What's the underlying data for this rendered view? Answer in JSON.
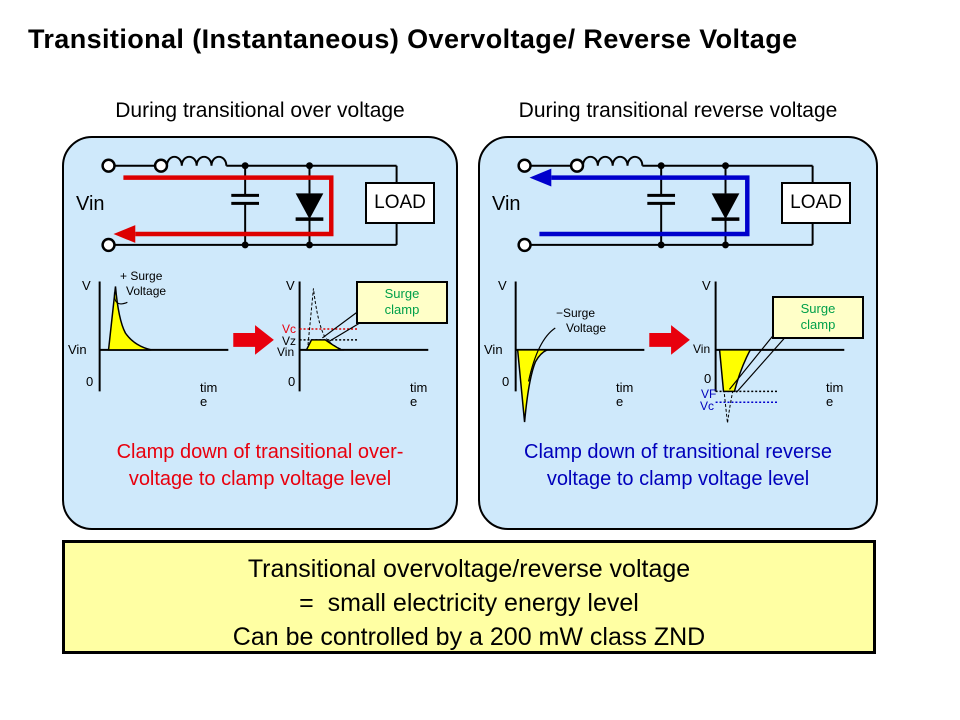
{
  "title": "Transitional (Instantaneous) Overvoltage/ Reverse Voltage",
  "panels": {
    "left": {
      "heading": "During transitional over voltage",
      "vin": "Vin",
      "load": "LOAD",
      "graph1": {
        "v_axis": "V",
        "vin": "Vin",
        "zero": "0",
        "time": "time",
        "annot_line1": "+ Surge",
        "annot_line2": "Voltage"
      },
      "graph2": {
        "v_axis": "V",
        "vc": "Vc",
        "vz": "Vz",
        "vin": "Vin",
        "zero": "0",
        "time": "time",
        "callout_line1": "Surge",
        "callout_line2": "clamp"
      },
      "caption_line1": "Clamp down of transitional over-",
      "caption_line2": "voltage to clamp voltage level"
    },
    "right": {
      "heading": "During transitional reverse voltage",
      "vin": "Vin",
      "load": "LOAD",
      "graph1": {
        "v_axis": "V",
        "vin": "Vin",
        "zero": "0",
        "time": "time",
        "annot_line1": "−Surge",
        "annot_line2": "Voltage"
      },
      "graph2": {
        "v_axis": "V",
        "vin": "Vin",
        "zero": "0",
        "vf": "VF",
        "vc": "Vc",
        "time": "time",
        "callout_line1": "Surge",
        "callout_line2": "clamp"
      },
      "caption_line1": "Clamp down of transitional reverse",
      "caption_line2": "voltage to clamp voltage level"
    }
  },
  "bottom_box": {
    "line1": "Transitional overvoltage/reverse voltage",
    "line2": "=  small electricity energy level",
    "line3": "Can be controlled by a 200 mW class ZND"
  },
  "colors": {
    "panel_bg": "#cfe9fb",
    "surge_yellow": "#ffff00",
    "callout_bg": "#ffffc8",
    "callout_text": "#00a04a",
    "caption_red": "#e8000d",
    "caption_blue": "#0000bb",
    "loop_red": "#dd0000",
    "loop_blue": "#0000cc",
    "bottom_bg": "#ffffa3"
  }
}
